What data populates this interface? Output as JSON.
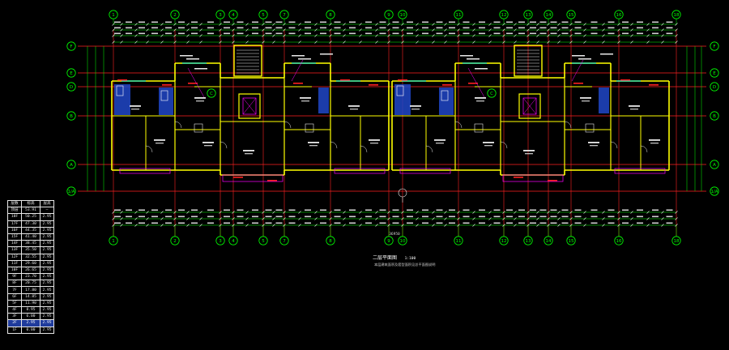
{
  "grid": {
    "columns": [
      "1",
      "2",
      "3",
      "4",
      "5",
      "7",
      "8",
      "9",
      "10",
      "11",
      "12",
      "13",
      "14",
      "15",
      "16",
      "18"
    ],
    "rows": [
      "F",
      "E",
      "D",
      "C",
      "B",
      "A",
      "1/A"
    ]
  },
  "colors": {
    "background": "#000000",
    "axis": "#00ff00",
    "wall": "#ffff00",
    "red_line": "#ff2020",
    "dimension": "#e8e8e8",
    "magenta": "#ff00ff",
    "cyan": "#00ffff",
    "blue_fill": "#2046c8"
  },
  "levels_table": {
    "headers": [
      "层数",
      "标高",
      "层高"
    ],
    "rows": [
      [
        "顶层",
        "53.91",
        "—"
      ],
      [
        "18F",
        "50.25",
        "2.95"
      ],
      [
        "17F",
        "47.30",
        "2.95"
      ],
      [
        "16F",
        "44.35",
        "2.95"
      ],
      [
        "15F",
        "41.40",
        "2.95"
      ],
      [
        "14F",
        "38.45",
        "2.95"
      ],
      [
        "13F",
        "35.50",
        "2.95"
      ],
      [
        "12F",
        "32.55",
        "2.95"
      ],
      [
        "11F",
        "29.60",
        "2.95"
      ],
      [
        "10F",
        "26.65",
        "2.95"
      ],
      [
        "9F",
        "23.70",
        "2.95"
      ],
      [
        "8F",
        "20.75",
        "2.95"
      ],
      [
        "7F",
        "17.80",
        "2.95"
      ],
      [
        "6F",
        "14.85",
        "2.95"
      ],
      [
        "5F",
        "11.90",
        "2.95"
      ],
      [
        "4F",
        "8.95",
        "2.95"
      ],
      [
        "3F",
        "6.00",
        "2.95"
      ],
      [
        "2F",
        "2.95",
        "2.95"
      ],
      [
        "1F",
        "0.00",
        "2.95"
      ]
    ],
    "highlight_index": 17
  },
  "plan": {
    "title": "二层平面图",
    "scale": "1:100",
    "note": "本层建筑面积及套型面积见总平面图说明",
    "total_width_label": "36950"
  }
}
